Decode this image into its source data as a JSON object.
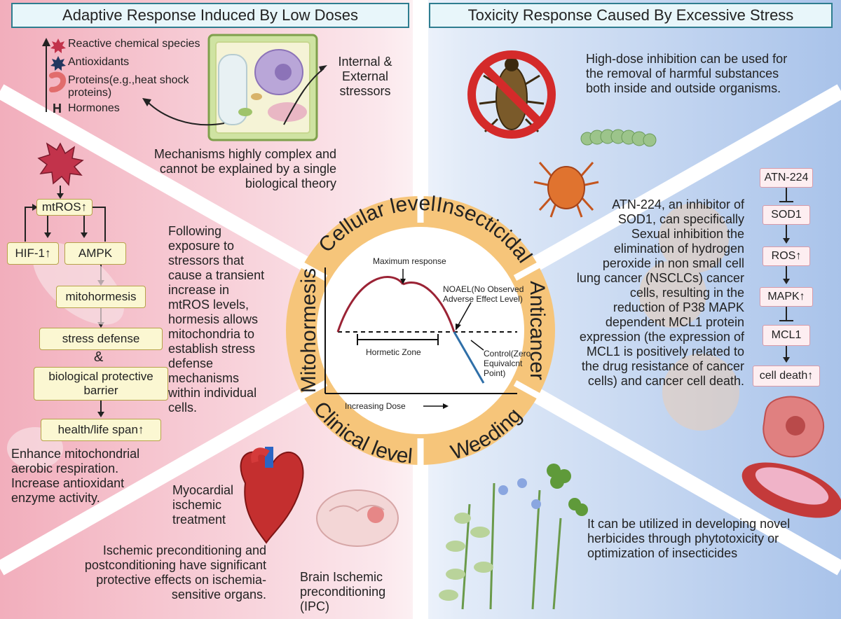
{
  "headers": {
    "left": "Adaptive Response Induced By Low Doses",
    "right": "Toxicity Response Caused By Excessive Stress"
  },
  "ring_labels": {
    "cellular": "Cellular level",
    "insecticidal": "Insecticidal",
    "anticancer": "Anticancer",
    "weeding": "Weeding",
    "clinical": "Clinical level",
    "mitohormesis": "Mitohormesis"
  },
  "legend": {
    "reactive": "Reactive chemical species",
    "antioxidants": "Antioxidants",
    "proteins": "Proteins(e.g.,heat shock proteins)",
    "hormones": "Hormones",
    "hormones_symbol": "H"
  },
  "stressors": "Internal & External stressors",
  "cellular_text": "Mechanisms highly complex and cannot be explained by a single biological theory",
  "mito_flow": {
    "mtros": "mtROS↑",
    "hif": "HIF-1↑",
    "ampk": "AMPK",
    "mitohormesis": "mitohormesis",
    "stress_defense": "stress defense",
    "amp": "&",
    "barrier": "biological protective barrier",
    "health": "health/life span↑"
  },
  "mito_text": "Following exposure to stressors that cause a transient increase in mtROS levels, hormesis allows mitochondria to establish stress defense mechanisms within individual cells.",
  "mito_bottom": "Enhance mitochondrial aerobic respiration. Increase antioxidant enzyme activity.",
  "clinical": {
    "myocardial": "Myocardial ischemic treatment",
    "brain": "Brain Ischemic preconditioning (IPC)",
    "ipc_text": "Ischemic preconditioning and postconditioning have significant protective effects on ischemia-sensitive organs."
  },
  "insecticidal_text": "High-dose inhibition can be used for the removal of harmful substances both inside and outside organisms.",
  "anticancer_text": "ATN-224, an inhibitor of SOD1, can specifically Sexual inhibition the elimination of hydrogen peroxide in non small cell lung cancer (NSCLCs) cancer cells, resulting in the reduction of P38 MAPK dependent MCL1 protein expression (the expression of MCL1 is positively related to the drug resistance of cancer cells) and cancer cell death.",
  "cancer_flow": {
    "atn": "ATN-224",
    "sod1": "SOD1",
    "ros": "ROS↑",
    "mapk": "MAPK↑",
    "mcl1": "MCL1",
    "death": "cell death↑"
  },
  "weeding_text": "It can be utilized in developing novel herbicides through phytotoxicity or optimization of insecticides",
  "chart": {
    "max_label": "Maximum response",
    "noael": "NOAEL(No Observed Adverse Effect Level)",
    "hormetic": "Hormetic Zone",
    "control": "Control(Zero Equivalcnt Point)",
    "xlabel": "Increasing Dose"
  },
  "colors": {
    "left_bg": "#f3c6cf",
    "right_bg": "#c9daf3",
    "ring": "#f7c97d",
    "curve_up": "#9b2335",
    "curve_down": "#2f6fa8",
    "header_border": "#2e7d8f"
  }
}
